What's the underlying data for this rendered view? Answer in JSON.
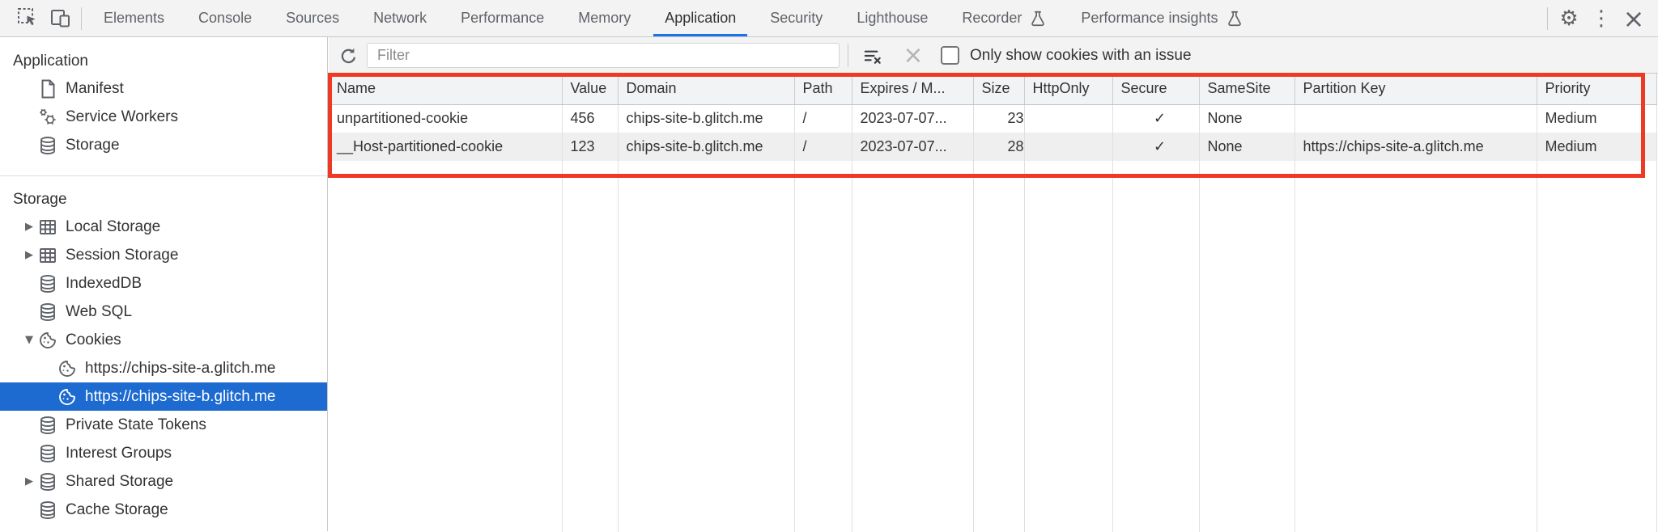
{
  "tabbar": {
    "tabs": [
      {
        "label": "Elements"
      },
      {
        "label": "Console"
      },
      {
        "label": "Sources"
      },
      {
        "label": "Network"
      },
      {
        "label": "Performance"
      },
      {
        "label": "Memory"
      },
      {
        "label": "Application",
        "active": true
      },
      {
        "label": "Security"
      },
      {
        "label": "Lighthouse"
      },
      {
        "label": "Recorder",
        "experiment": true
      },
      {
        "label": "Performance insights",
        "experiment": true
      }
    ]
  },
  "sidebar": {
    "application_section": {
      "title": "Application",
      "items": [
        {
          "label": "Manifest",
          "icon": "document-icon"
        },
        {
          "label": "Service Workers",
          "icon": "gears-icon"
        },
        {
          "label": "Storage",
          "icon": "database-icon"
        }
      ]
    },
    "storage_section": {
      "title": "Storage",
      "items": [
        {
          "label": "Local Storage",
          "icon": "table-icon",
          "disclosure": "collapsed"
        },
        {
          "label": "Session Storage",
          "icon": "table-icon",
          "disclosure": "collapsed"
        },
        {
          "label": "IndexedDB",
          "icon": "database-icon"
        },
        {
          "label": "Web SQL",
          "icon": "database-icon"
        },
        {
          "label": "Cookies",
          "icon": "cookie-icon",
          "disclosure": "expanded"
        },
        {
          "label": "https://chips-site-a.glitch.me",
          "icon": "cookie-icon",
          "child": true
        },
        {
          "label": "https://chips-site-b.glitch.me",
          "icon": "cookie-icon",
          "child": true,
          "selected": true
        },
        {
          "label": "Private State Tokens",
          "icon": "database-icon"
        },
        {
          "label": "Interest Groups",
          "icon": "database-icon"
        },
        {
          "label": "Shared Storage",
          "icon": "database-icon",
          "disclosure": "collapsed"
        },
        {
          "label": "Cache Storage",
          "icon": "database-icon"
        }
      ]
    }
  },
  "cookies_toolbar": {
    "filter_placeholder": "Filter",
    "filter_value": "",
    "checkbox_label": "Only show cookies with an issue",
    "checkbox_checked": false
  },
  "cookie_table": {
    "columns": [
      "Name",
      "Value",
      "Domain",
      "Path",
      "Expires / M...",
      "Size",
      "HttpOnly",
      "Secure",
      "SameSite",
      "Partition Key",
      "Priority"
    ],
    "rows": [
      [
        "unpartitioned-cookie",
        "456",
        "chips-site-b.glitch.me",
        "/",
        "2023-07-07...",
        "23",
        "",
        "✓",
        "None",
        "",
        "Medium"
      ],
      [
        "__Host-partitioned-cookie",
        "123",
        "chips-site-b.glitch.me",
        "/",
        "2023-07-07...",
        "28",
        "",
        "✓",
        "None",
        "https://chips-site-a.glitch.me",
        "Medium"
      ]
    ]
  },
  "colors": {
    "accent_blue": "#1a73e8",
    "selection_blue": "#1d6ad1",
    "annotation_red": "#ee3a24",
    "toolbar_bg": "#f3f3f3",
    "header_bg": "#f1f3f4",
    "stripe_row": "#efefef"
  }
}
